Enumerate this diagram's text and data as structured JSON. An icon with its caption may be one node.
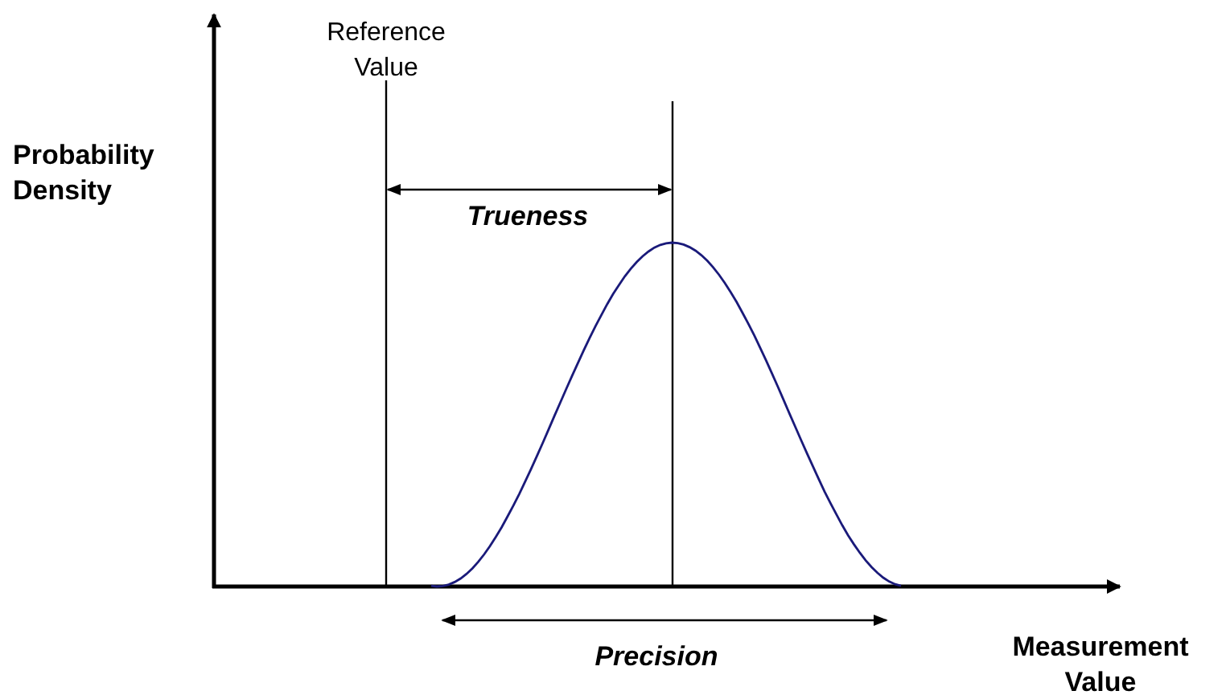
{
  "diagram": {
    "labels": [
      "Reference Value",
      "Probability Density",
      "Trueness",
      "Precision",
      "Measurement Value"
    ]
  }
}
